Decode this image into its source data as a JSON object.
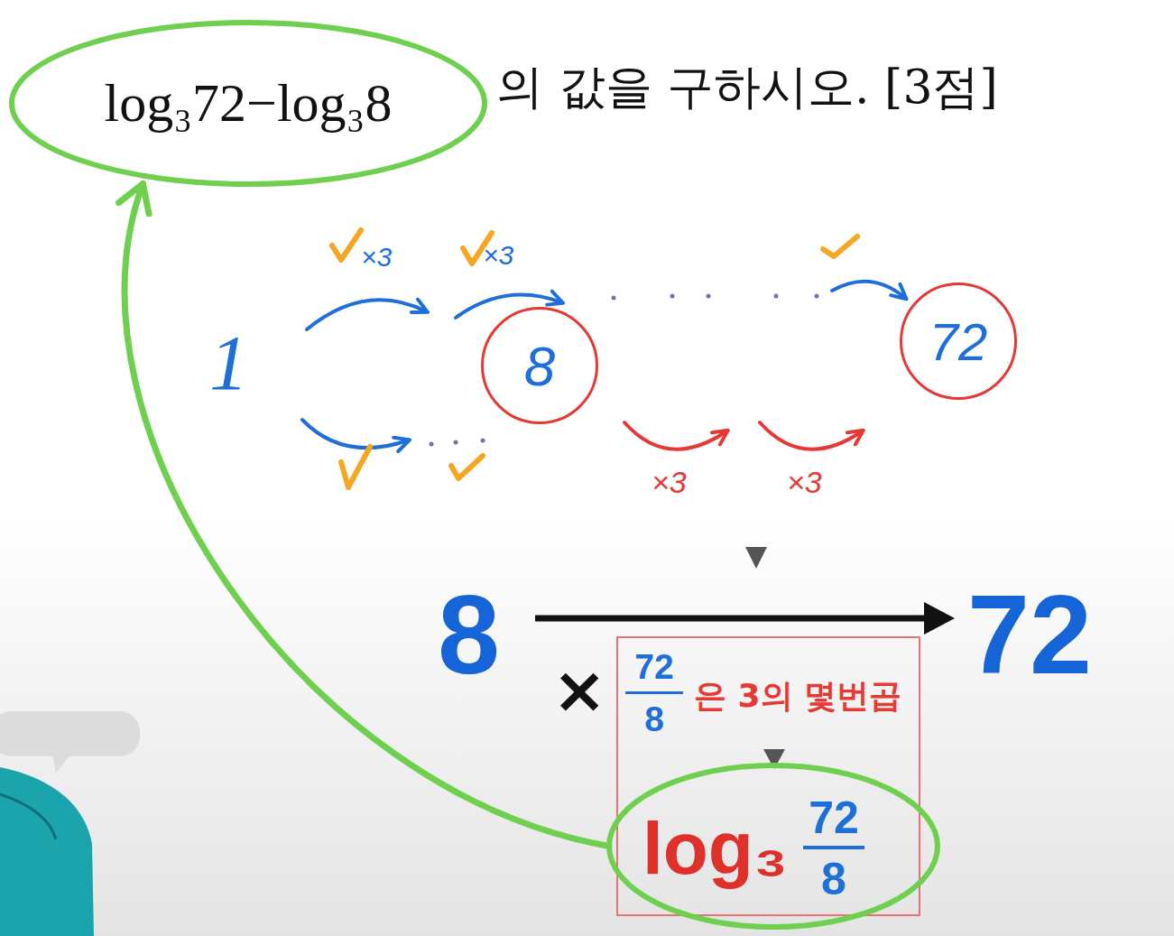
{
  "diagram": {
    "nodes": [
      {
        "text": [
          "log₃72−log₃8"
        ]
      },
      {
        "text": [
          "8"
        ]
      },
      {
        "text": [
          "72"
        ]
      },
      {
        "text": [
          "72",
          "8",
          "은 3의 몇번곱"
        ]
      },
      {
        "text": [
          "log₃",
          "72",
          "8"
        ],
        "in": 3
      }
    ],
    "edges": [
      {
        "from": 4,
        "to": 0,
        "arrow": "to"
      }
    ],
    "labels": [
      "의 값을 구하시오. [3점]",
      "1",
      "×3",
      "×3",
      "×3",
      "×3",
      "8",
      "72",
      "×"
    ]
  }
}
